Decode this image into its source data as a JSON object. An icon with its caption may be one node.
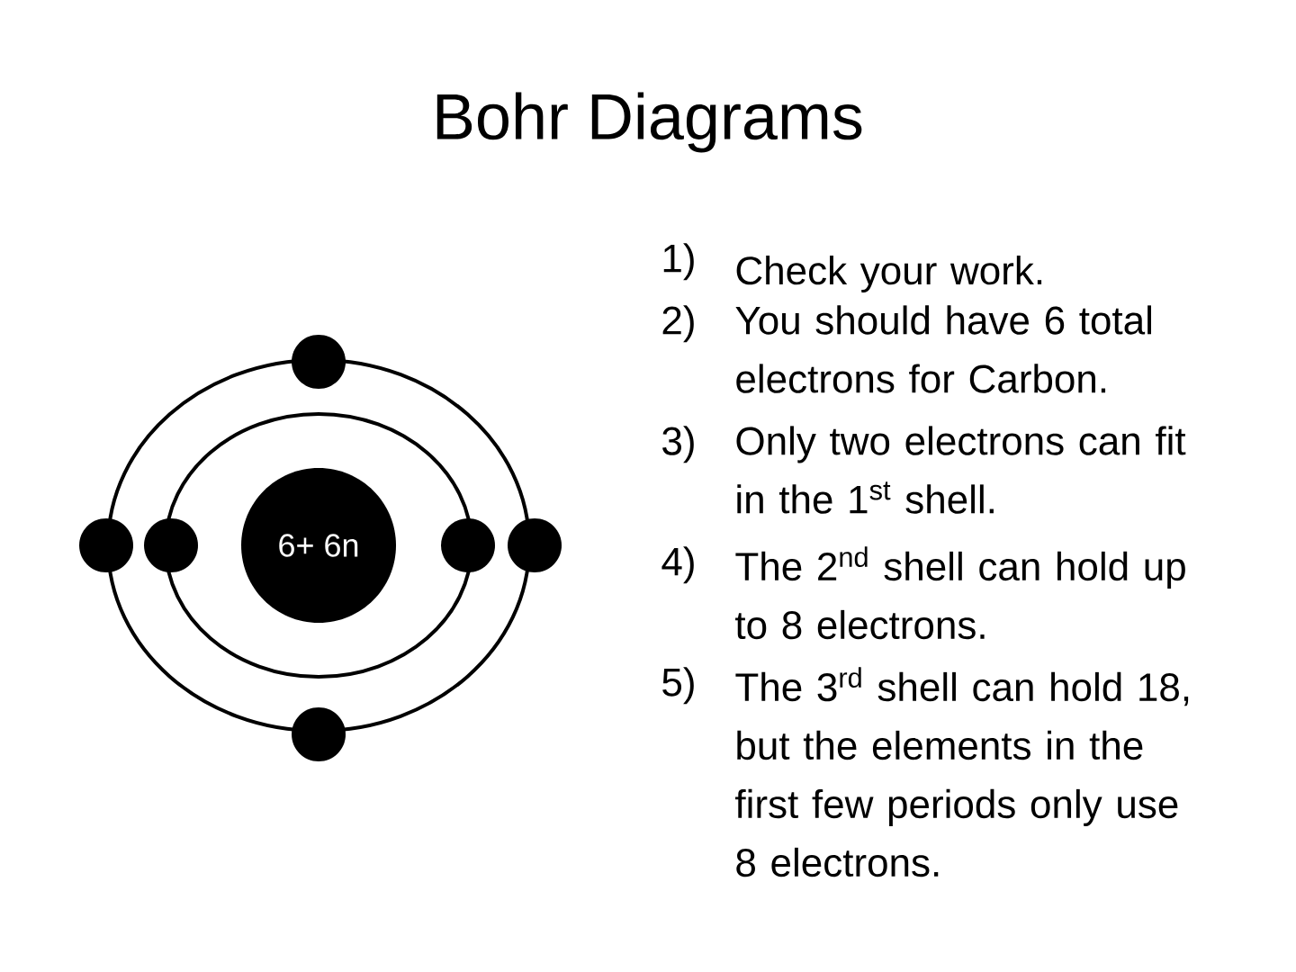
{
  "diagram": {
    "title": "Bohr Diagrams",
    "nodes": [
      {
        "text": [],
        "shape": "circle"
      },
      {
        "text": [],
        "shape": "circle"
      },
      {
        "text": [],
        "shape": "circle"
      },
      {
        "text": [
          "6+ 6n"
        ]
      },
      {
        "text": [],
        "shape": "circle"
      },
      {
        "text": [],
        "shape": "circle"
      },
      {
        "text": [],
        "shape": "circle"
      }
    ],
    "labels": [
      "1)",
      "Check your work.",
      "2)",
      "You should have 6 total electrons for Carbon.",
      "3)",
      "Only two electrons can fit in the 1$^{st}$ shell.",
      "4)",
      "The 2$^{nd}$ shell can hold up to 8 electrons.",
      "5)",
      "The 3$^{rd}$ shell can hold 18, but the elements in the first few periods only use 8 electrons."
    ]
  }
}
